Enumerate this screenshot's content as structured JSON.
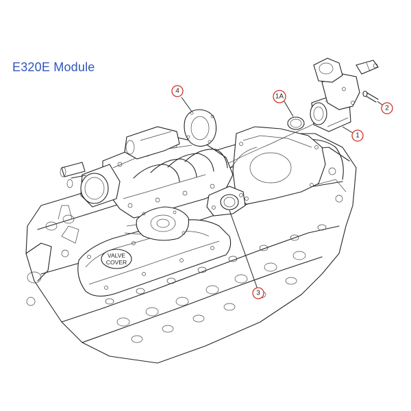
{
  "title": "E320E Module",
  "callouts": {
    "c1": "1",
    "c1a": "1A",
    "c2": "2",
    "c3": "3",
    "c4": "4"
  },
  "engine_labels": {
    "valve_cover_line1": "VALVE",
    "valve_cover_line2": "COVER"
  },
  "colors": {
    "title": "#2f56b8",
    "callout_ring": "#d2302a",
    "lines": "#222222"
  }
}
